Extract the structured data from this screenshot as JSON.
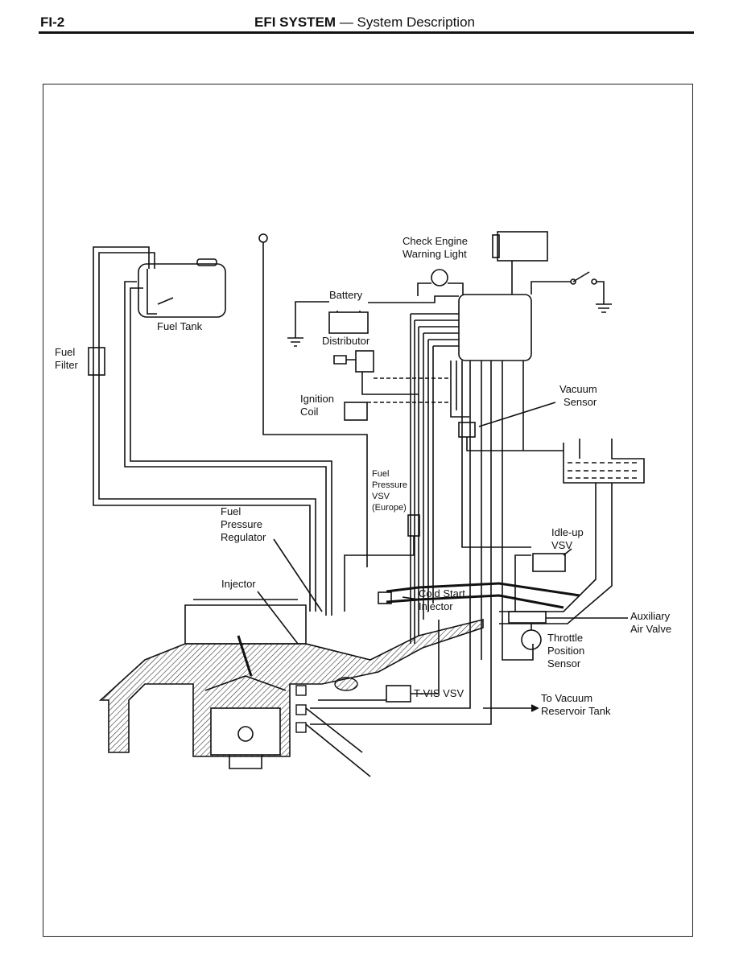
{
  "header": {
    "page_number": "FI-2",
    "section": "EFI SYSTEM",
    "dash": "—",
    "subtitle": "System Description"
  },
  "diagram": {
    "labels": {
      "check_engine": "Check Engine",
      "warning_light": "Warning Light",
      "battery": "Battery",
      "fuel_tank": "Fuel Tank",
      "fuel": "Fuel",
      "filter": "Filter",
      "distributor": "Distributor",
      "ignition": "Ignition",
      "coil": "Coil",
      "vacuum": "Vacuum",
      "sensor": "Sensor",
      "fp_fuel": "Fuel",
      "fp_pressure": "Pressure",
      "fp_vsv": "VSV",
      "fp_europe": "(Europe)",
      "fpr_fuel": "Fuel",
      "fpr_pressure": "Pressure",
      "fpr_regulator": "Regulator",
      "idle_up": "Idle-up",
      "idle_vsv": "VSV",
      "injector": "Injector",
      "cold_start": "Cold Start",
      "cold_injector": "Injector",
      "auxiliary": "Auxiliary",
      "air_valve": "Air Valve",
      "throttle": "Throttle",
      "position": "Position",
      "tp_sensor": "Sensor",
      "tvis_vsv": "T-VIS VSV",
      "to_vacuum": "To Vacuum",
      "reservoir_tank": "Reservoir Tank"
    }
  }
}
